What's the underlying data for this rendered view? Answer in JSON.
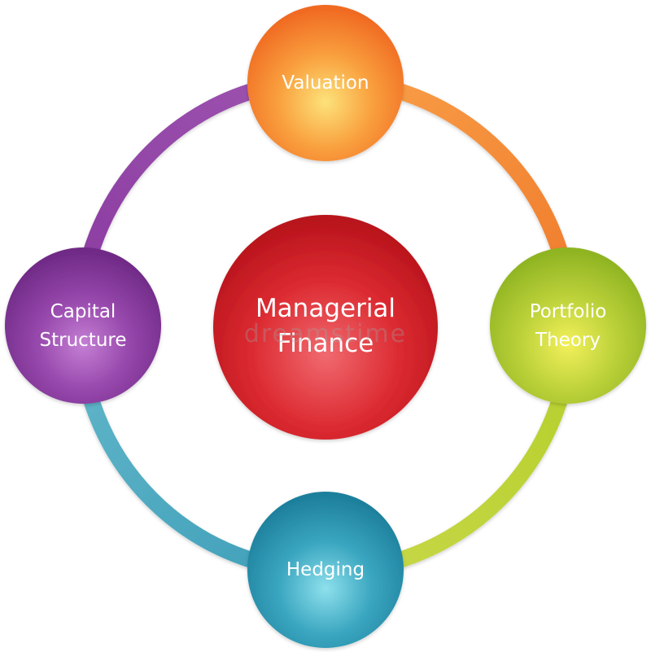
{
  "center": {
    "line1": "Managerial",
    "line2": "Finance",
    "color": "#d9242b"
  },
  "nodes": {
    "top": {
      "line1": "Valuation",
      "line2": "",
      "color": "#f58a2a"
    },
    "right": {
      "line1": "Portfolio",
      "line2": "Theory",
      "color": "#a9c92a"
    },
    "bottom": {
      "line1": "Hedging",
      "line2": "",
      "color": "#2a91ad"
    },
    "left": {
      "line1": "Capital",
      "line2": "Structure",
      "color": "#8a3a9f"
    }
  },
  "arcs": {
    "top_right": {
      "color": "#f08a2e"
    },
    "right_bottom": {
      "color": "#a4c22c"
    },
    "bottom_left": {
      "color": "#3a9db6"
    },
    "left_top": {
      "color": "#8f43a3"
    }
  },
  "watermark": "dreamstime"
}
